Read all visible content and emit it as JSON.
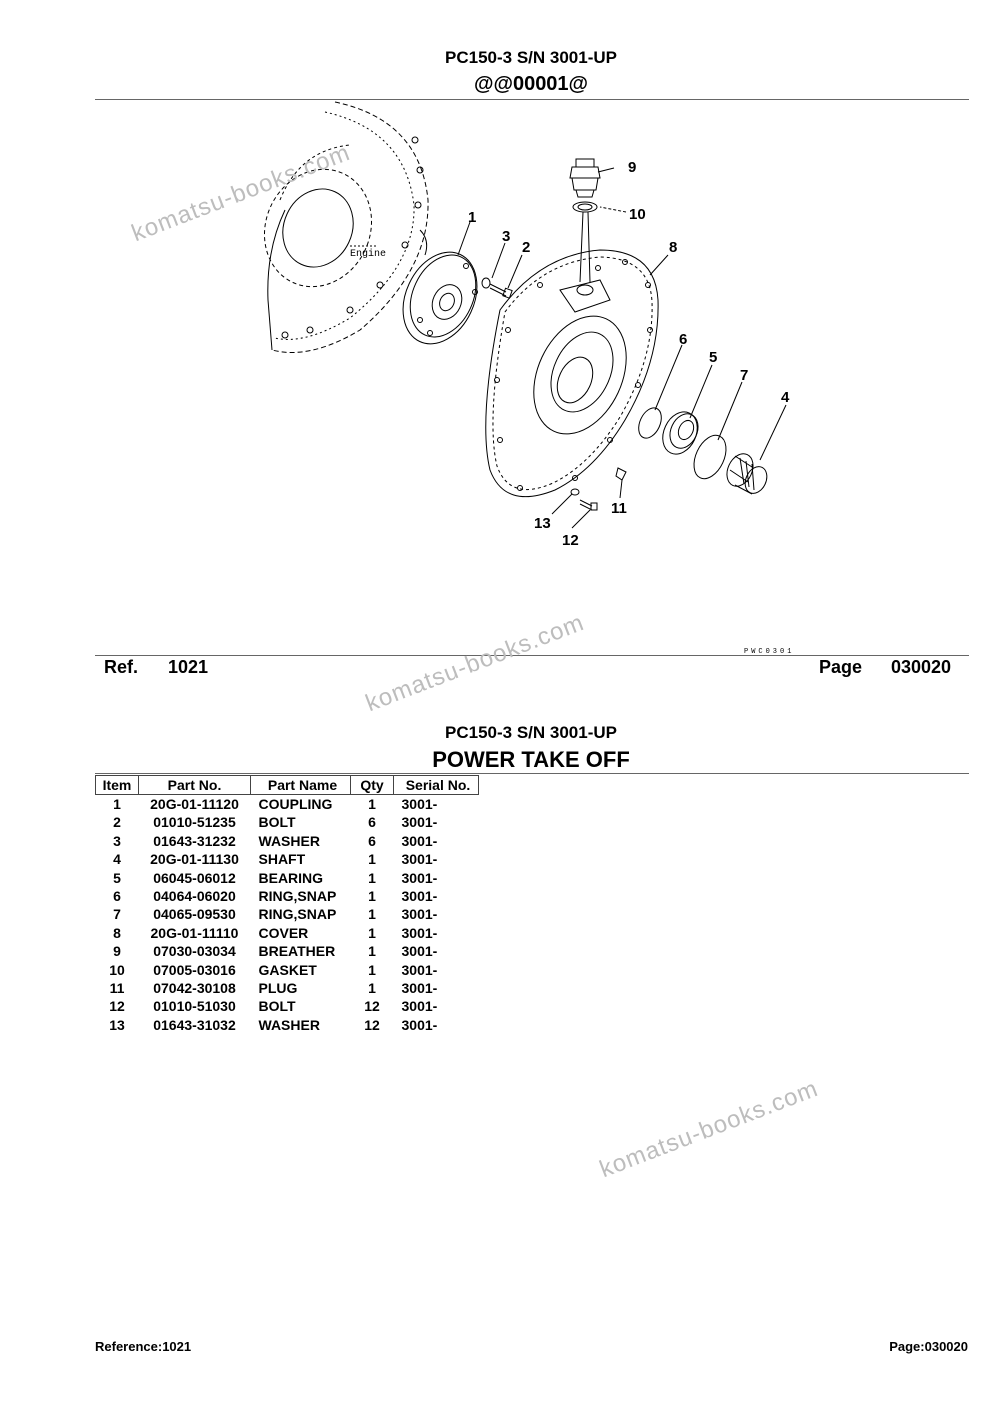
{
  "header": {
    "model_line": "PC150-3 S/N 3001-UP",
    "code_line": "@@00001@"
  },
  "diagram": {
    "engine_label": "Engine",
    "small_code": "PWC0301",
    "callouts": [
      "1",
      "2",
      "3",
      "4",
      "5",
      "6",
      "7",
      "8",
      "9",
      "10",
      "11",
      "12",
      "13"
    ]
  },
  "ref_bar": {
    "ref_label": "Ref.",
    "ref_value": "1021",
    "page_label": "Page",
    "page_value": "030020"
  },
  "section": {
    "model_line": "PC150-3 S/N 3001-UP",
    "title": "POWER TAKE OFF"
  },
  "table": {
    "headers": [
      "Item",
      "Part No.",
      "Part Name",
      "Qty",
      "Serial No."
    ],
    "rows": [
      [
        "1",
        "20G-01-11120",
        "COUPLING",
        "1",
        "3001-"
      ],
      [
        "2",
        "01010-51235",
        "BOLT",
        "6",
        "3001-"
      ],
      [
        "3",
        "01643-31232",
        "WASHER",
        "6",
        "3001-"
      ],
      [
        "4",
        "20G-01-11130",
        "SHAFT",
        "1",
        "3001-"
      ],
      [
        "5",
        "06045-06012",
        "BEARING",
        "1",
        "3001-"
      ],
      [
        "6",
        "04064-06020",
        "RING,SNAP",
        "1",
        "3001-"
      ],
      [
        "7",
        "04065-09530",
        "RING,SNAP",
        "1",
        "3001-"
      ],
      [
        "8",
        "20G-01-11110",
        "COVER",
        "1",
        "3001-"
      ],
      [
        "9",
        "07030-03034",
        "BREATHER",
        "1",
        "3001-"
      ],
      [
        "10",
        "07005-03016",
        "GASKET",
        "1",
        "3001-"
      ],
      [
        "11",
        "07042-30108",
        "PLUG",
        "1",
        "3001-"
      ],
      [
        "12",
        "01010-51030",
        "BOLT",
        "12",
        "3001-"
      ],
      [
        "13",
        "01643-31032",
        "WASHER",
        "12",
        "3001-"
      ]
    ]
  },
  "footer": {
    "reference": "Reference:1021",
    "page": "Page:030020"
  },
  "watermark": {
    "text": "komatsu-books.com"
  },
  "colors": {
    "watermark": "#bdbdbd",
    "rule": "#666666"
  }
}
